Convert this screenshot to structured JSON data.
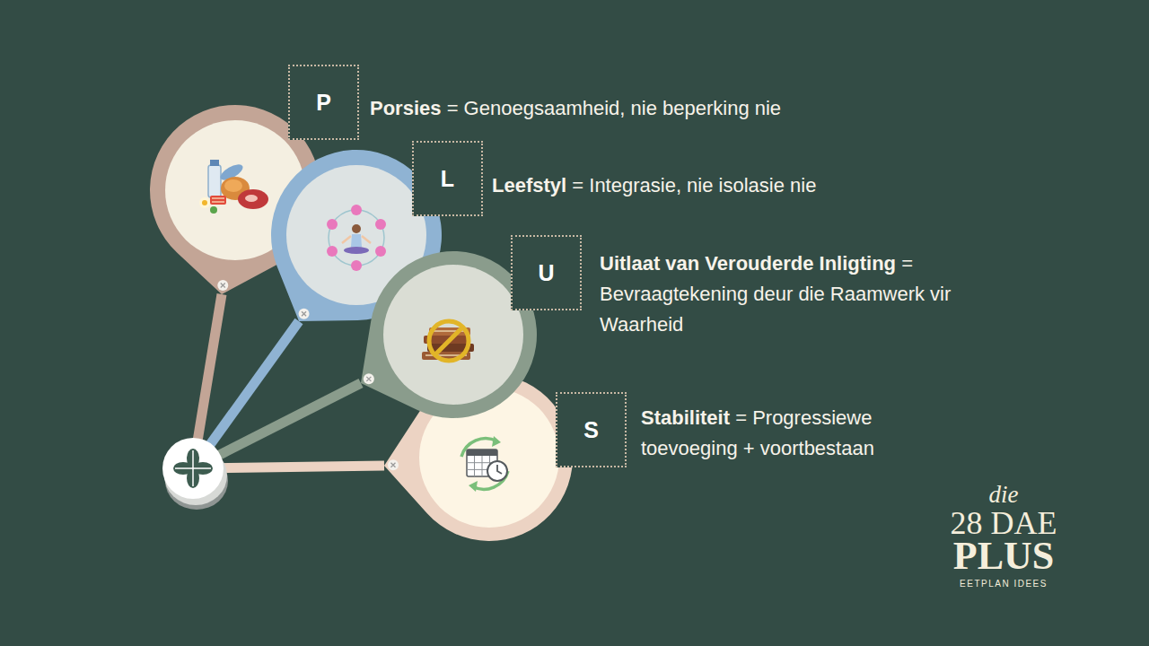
{
  "diagram": {
    "nodes": [
      {
        "text": [
          "P",
          "Porsies",
          "= Genoegsaamheid, nie beperking nie"
        ]
      },
      {
        "text": [
          "L",
          "Leefstyl",
          "= Integrasie, nie isolasie nie"
        ]
      },
      {
        "text": [
          "U",
          "Uitlaat van Verouderde Inligting",
          "= Bevraagtekening deur die Raamwerk vir Waarheid"
        ]
      },
      {
        "text": [
          "S",
          "Stabiliteit",
          "= Progressiewe toevoeging + voortbestaan"
        ]
      }
    ],
    "labels": [
      "die",
      "28 DAE",
      "PLUS",
      "EETPLAN IDEES"
    ]
  }
}
